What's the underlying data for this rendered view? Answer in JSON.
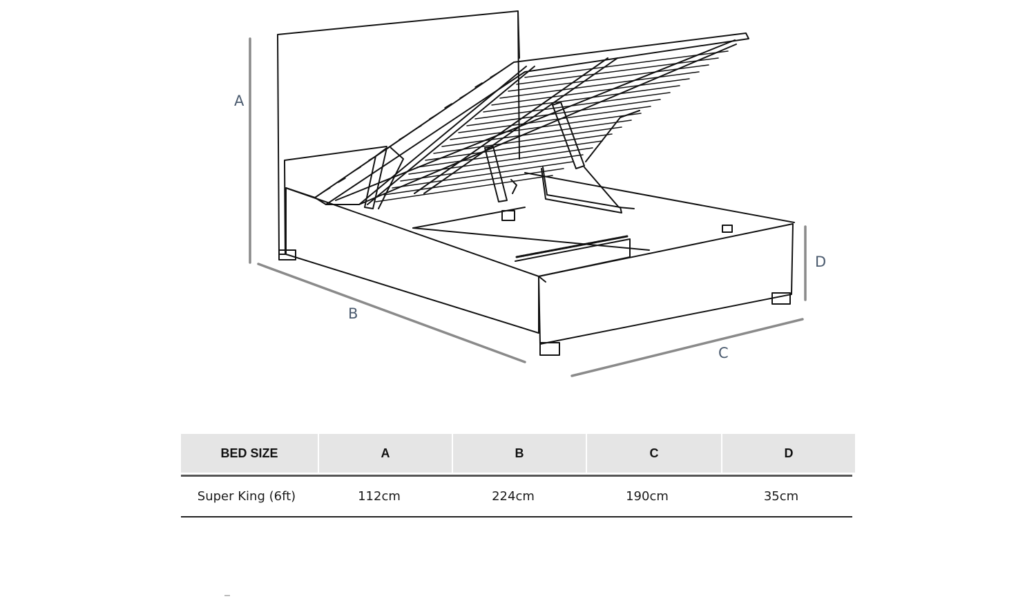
{
  "diagram": {
    "subject": "Ottoman storage bed frame with lifted slatted base",
    "dimension_labels": {
      "A": "A",
      "B": "B",
      "C": "C",
      "D": "D"
    },
    "colors": {
      "line_drawing": "#111111",
      "dimension_arrows": "#8a8a8a",
      "dimension_labels": "#4a5a6e"
    }
  },
  "spec_table": {
    "headers": [
      "BED SIZE",
      "A",
      "B",
      "C",
      "D"
    ],
    "rows": [
      {
        "bed_size": "Super King (6ft)",
        "A": "112cm",
        "B": "224cm",
        "C": "190cm",
        "D": "35cm"
      }
    ],
    "colors": {
      "header_bg": "#e5e5e5"
    }
  }
}
